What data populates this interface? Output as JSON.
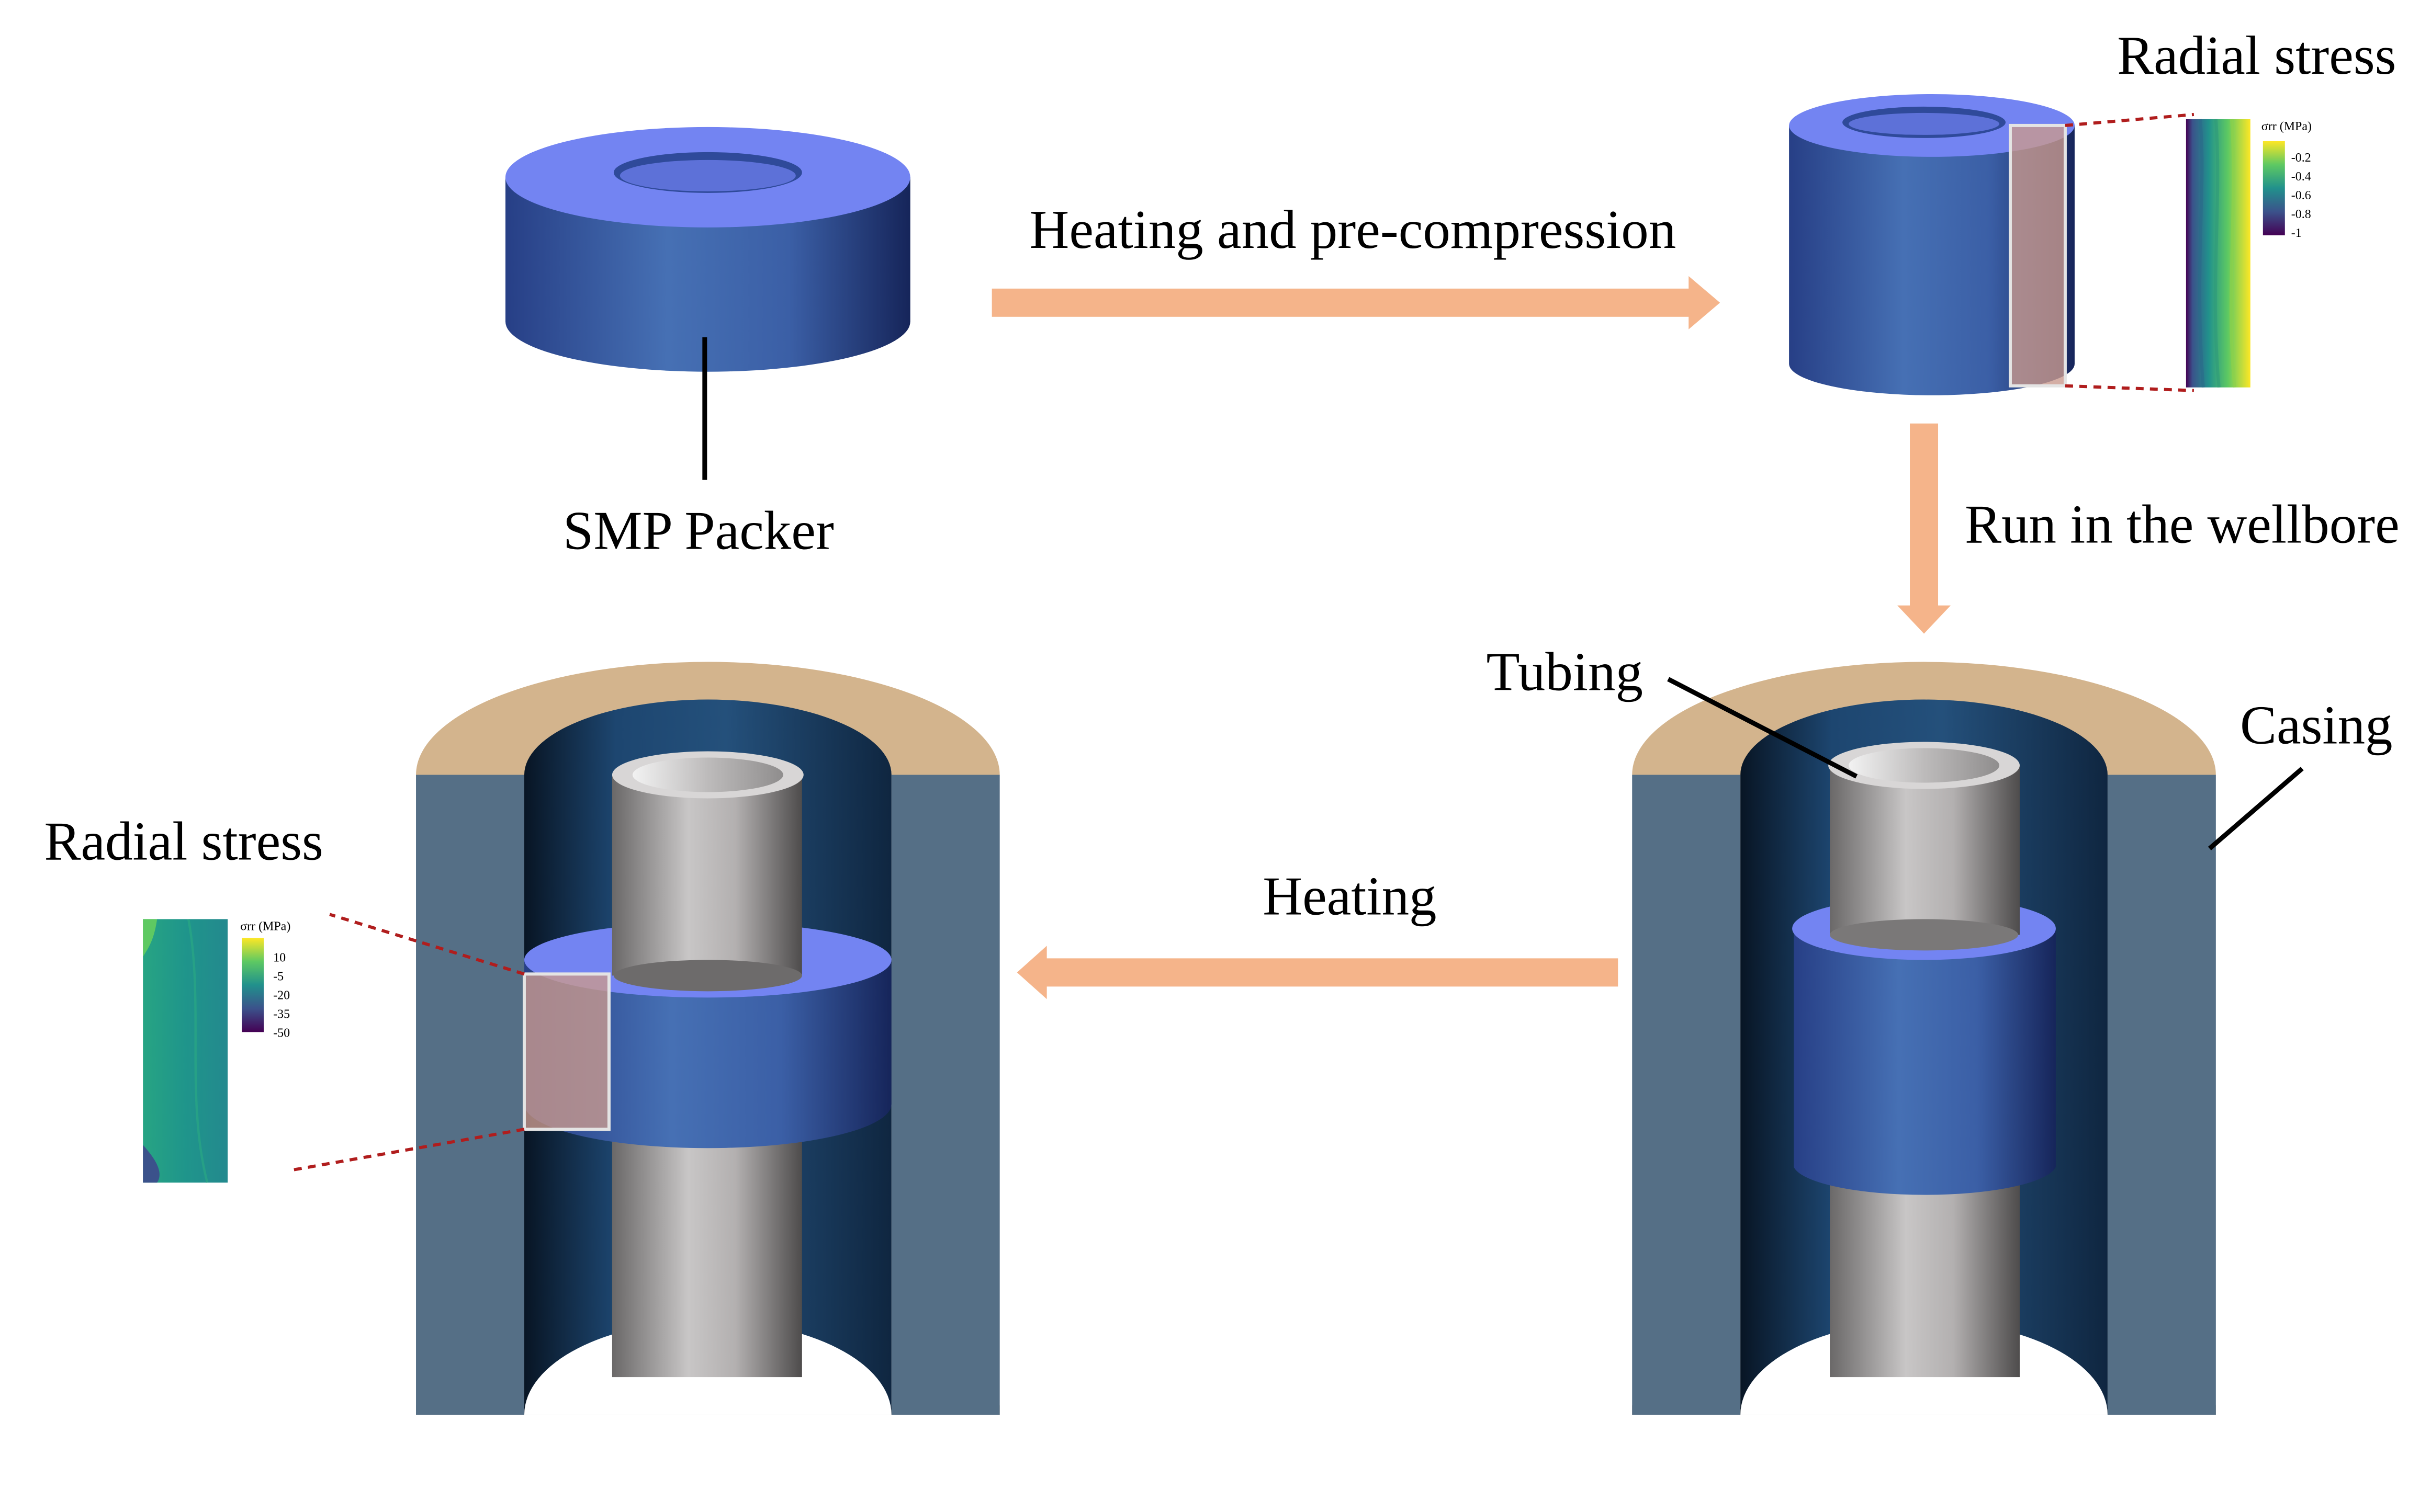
{
  "labels": {
    "smp_packer": "SMP Packer",
    "heating_precompression": "Heating and pre-compression",
    "radial_stress_top": "Radial stress",
    "run_in_wellbore": "Run in the wellbore",
    "tubing": "Tubing",
    "casing": "Casing",
    "heating": "Heating",
    "radial_stress_left": "Radial stress"
  },
  "colorbar_top": {
    "title": "σrr (MPa)",
    "ticks": [
      "-0.2",
      "-0.4",
      "-0.6",
      "-0.8",
      "-1"
    ]
  },
  "colorbar_left": {
    "title": "σrr (MPa)",
    "ticks": [
      "10",
      "-5",
      "-20",
      "-35",
      "-50"
    ]
  },
  "colors": {
    "packer_top": "#7384f2",
    "packer_side_dark": "#16285e",
    "packer_side_mid": "#4468b0",
    "casing_band": "#d3b48d",
    "casing_wall": "#556f86",
    "tubing_light": "#c9c7c7",
    "arrow": "#f5b48a",
    "dashed_leader": "#b01d1d",
    "highlight_box": "#c99a8e"
  }
}
